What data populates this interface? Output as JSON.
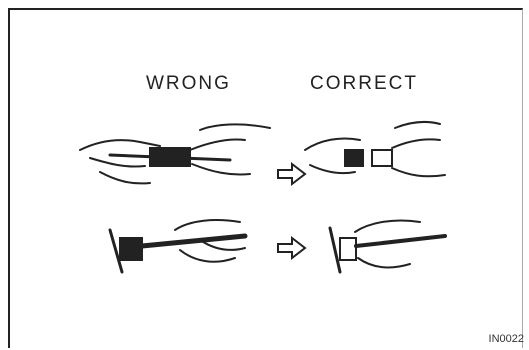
{
  "labels": {
    "wrong": "WRONG",
    "correct": "CORRECT"
  },
  "figure_code": "IN0022",
  "icons": [
    "hand-icon",
    "connector-icon",
    "arrow-right-icon",
    "wire-icon"
  ],
  "colors": {
    "ink": "#222222",
    "background": "#ffffff"
  }
}
